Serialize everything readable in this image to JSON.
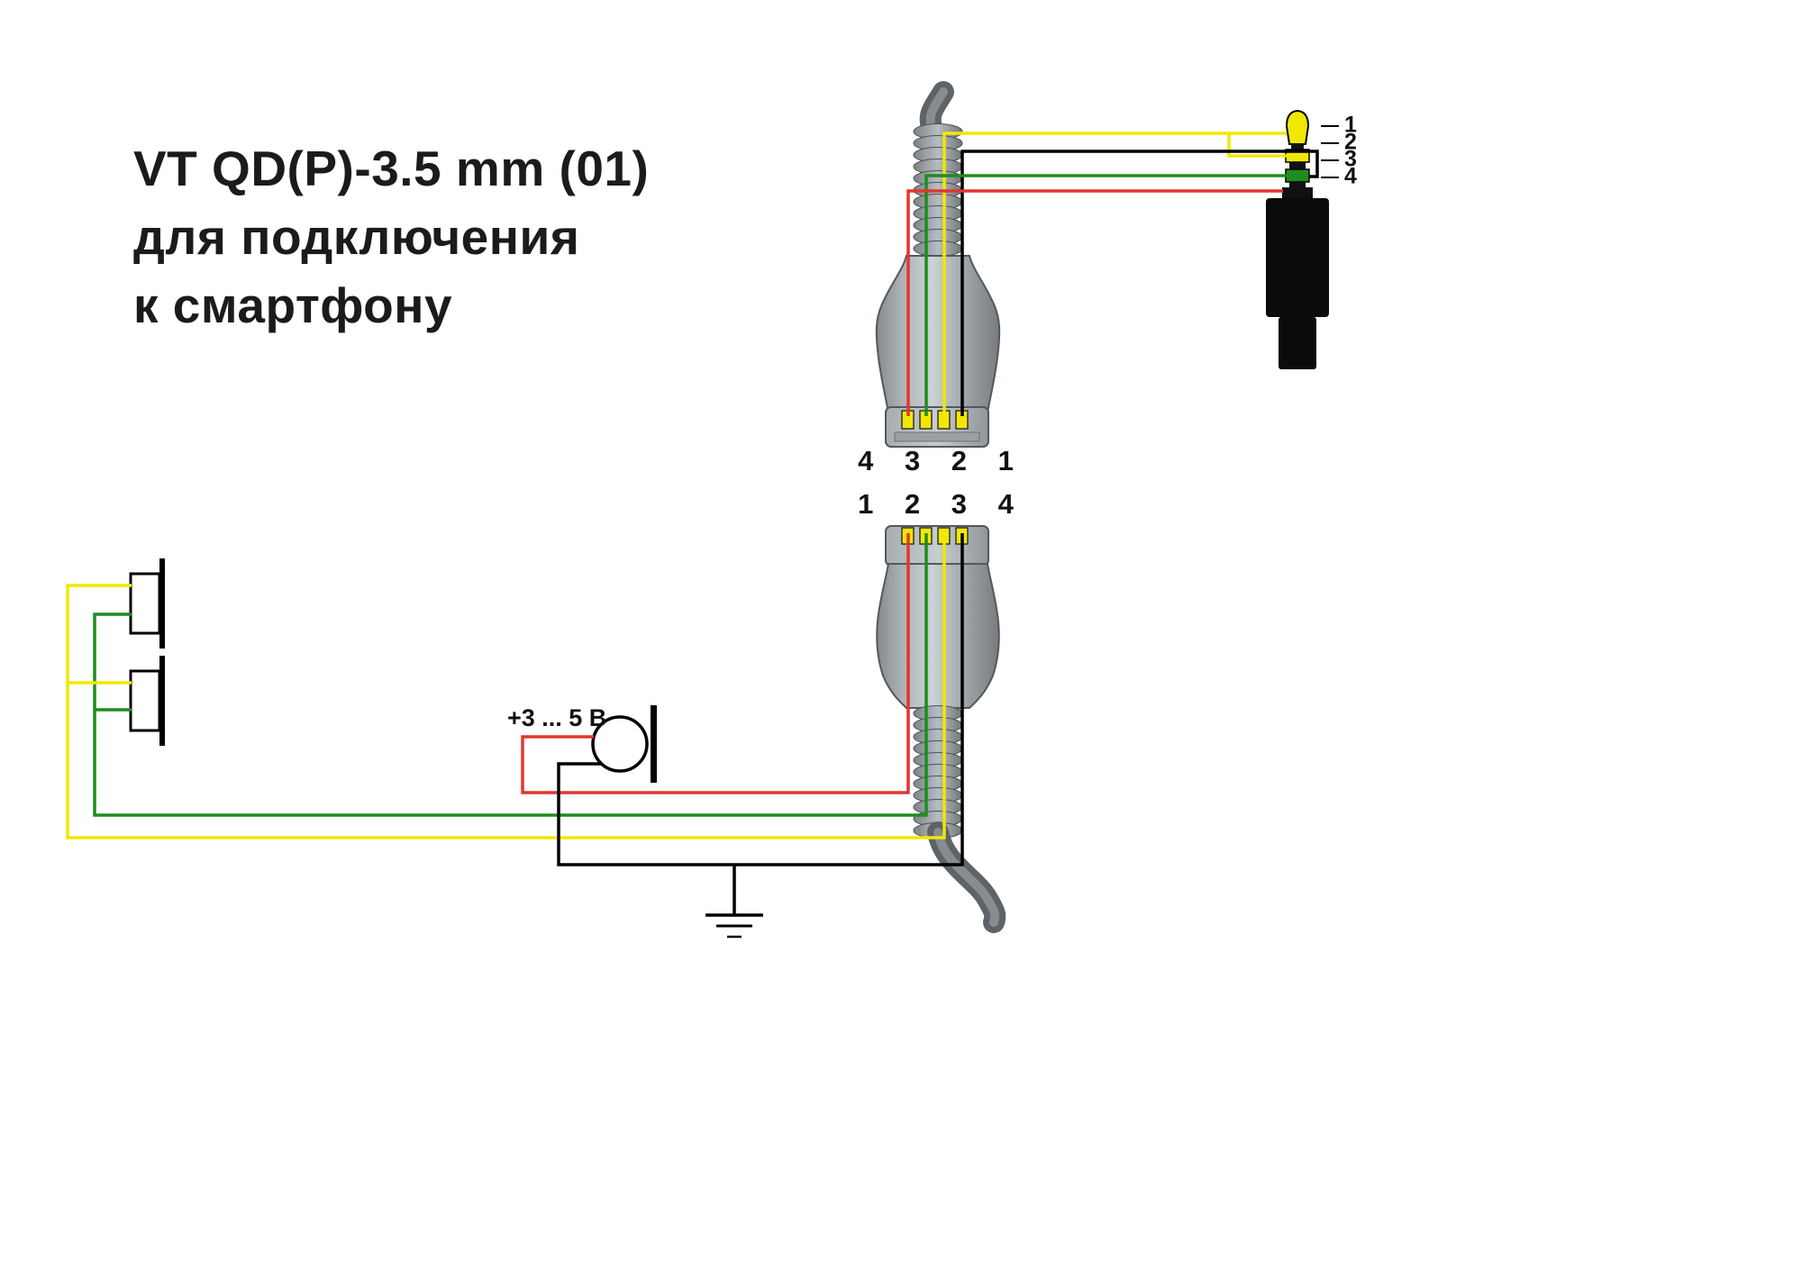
{
  "title": {
    "line1": "VT QD(P)-3.5 mm (01)",
    "line2": "для подключения",
    "line3": "к смартфону"
  },
  "colors": {
    "yellow": "#f0e800",
    "green": "#1e8c1e",
    "red": "#e0372e",
    "black": "#000000"
  },
  "top_connector": {
    "name": "QD connector, cable side",
    "pins_label": "4 3 2 1"
  },
  "bottom_connector": {
    "name": "QD connector, headset side",
    "pins_label": "1 2 3 4"
  },
  "plug": {
    "name": "3.5 mm TRRS plug",
    "pin_labels": [
      "1",
      "2",
      "3",
      "4"
    ]
  },
  "mic": {
    "voltage_label": "+3 ... 5 В"
  },
  "connections": {
    "top": [
      {
        "wire": "yellow",
        "from": "QD pin 2",
        "to": "plug contacts 1 and 2"
      },
      {
        "wire": "black",
        "from": "QD pin 1",
        "to": "plug contact 3"
      },
      {
        "wire": "green",
        "from": "QD pin 3",
        "to": "plug contact 3"
      },
      {
        "wire": "red",
        "from": "QD pin 4",
        "to": "plug contact 4"
      }
    ],
    "bottom": [
      {
        "wire": "red",
        "from": "QD pin 1",
        "to": "microphone +3 ... 5 V"
      },
      {
        "wire": "green",
        "from": "QD pin 2",
        "to": "speakers terminal B"
      },
      {
        "wire": "yellow",
        "from": "QD pin 3",
        "to": "speakers terminal A"
      },
      {
        "wire": "black",
        "from": "QD pin 4",
        "to": "microphone return and ground"
      }
    ]
  }
}
